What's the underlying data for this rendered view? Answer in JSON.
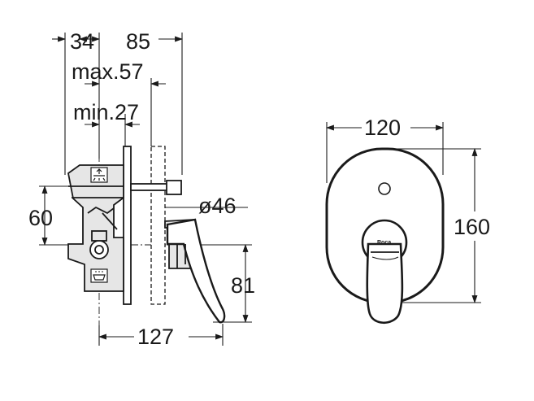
{
  "dimensions": {
    "d34": "34",
    "d85": "85",
    "max57": "max.57",
    "min27": "min.27",
    "d60": "60",
    "dia46": "ø46",
    "d81": "81",
    "d127": "127",
    "d120": "120",
    "d160": "160"
  },
  "logo": {
    "brand": "Roca"
  },
  "icons": [
    "shower-symbol-icon",
    "bath-symbol-icon"
  ]
}
